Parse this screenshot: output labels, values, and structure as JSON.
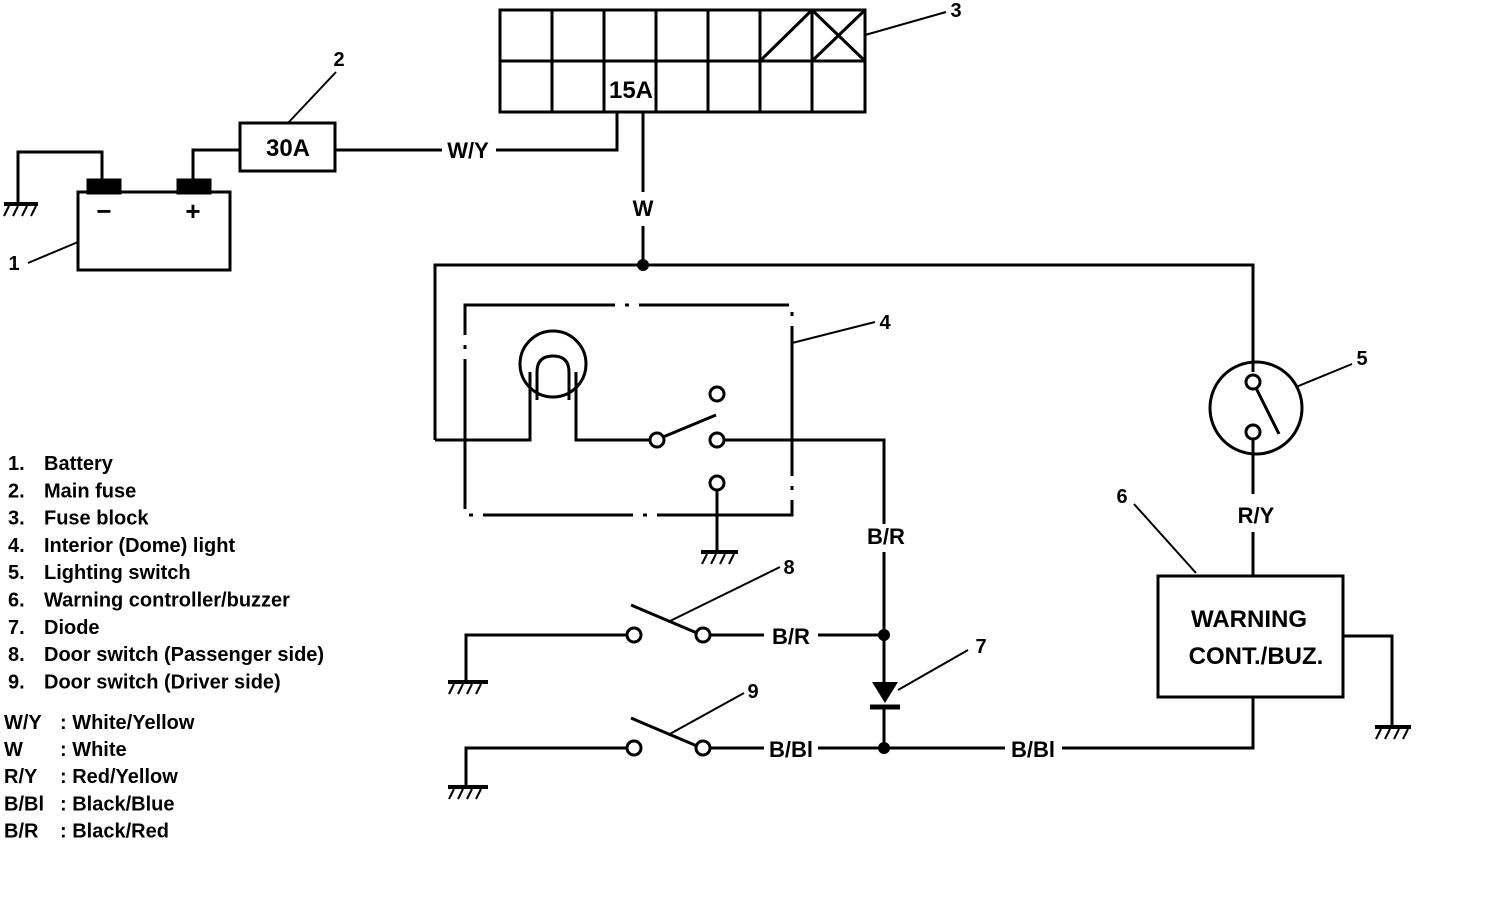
{
  "callouts": {
    "battery": "1",
    "main_fuse": "2",
    "fuse_block": "3",
    "dome_light": "4",
    "lighting_switch": "5",
    "warning_controller": "6",
    "diode": "7",
    "door_switch_passenger": "8",
    "door_switch_driver": "9"
  },
  "battery": {
    "minus": "−",
    "plus": "+"
  },
  "main_fuse_rating": "30A",
  "fuse_block_rating": "15A",
  "wires": {
    "wy": "W/Y",
    "w": "W",
    "br_vertical": "B/R",
    "br_door": "B/R",
    "bbl_door": "B/Bl",
    "bbl_right": "B/Bl",
    "ry": "R/Y"
  },
  "warning_box": {
    "line1": "WARNING",
    "line2": "CONT./BUZ."
  },
  "legend": {
    "components": [
      {
        "num": "1.",
        "text": "Battery"
      },
      {
        "num": "2.",
        "text": "Main fuse"
      },
      {
        "num": "3.",
        "text": "Fuse block"
      },
      {
        "num": "4.",
        "text": "Interior (Dome) light"
      },
      {
        "num": "5.",
        "text": "Lighting switch"
      },
      {
        "num": "6.",
        "text": "Warning controller/buzzer"
      },
      {
        "num": "7.",
        "text": "Diode"
      },
      {
        "num": "8.",
        "text": "Door switch (Passenger side)"
      },
      {
        "num": "9.",
        "text": "Door switch (Driver side)"
      }
    ],
    "colors": [
      {
        "code": "W/Y",
        "text": ": White/Yellow"
      },
      {
        "code": "W",
        "text": ": White"
      },
      {
        "code": "R/Y",
        "text": ": Red/Yellow"
      },
      {
        "code": "B/Bl",
        "text": ": Black/Blue"
      },
      {
        "code": "B/R",
        "text": ": Black/Red"
      }
    ]
  }
}
